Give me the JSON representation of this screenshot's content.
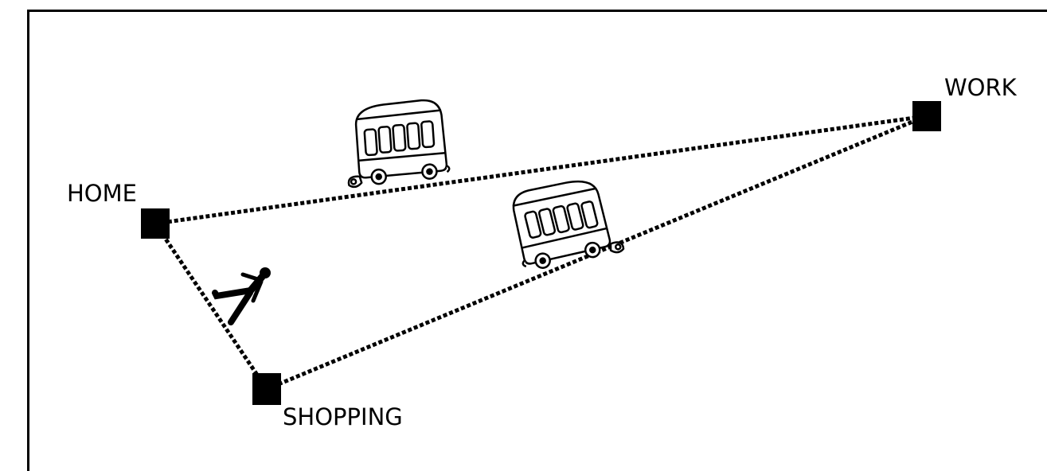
{
  "nodes": {
    "home": {
      "label": "HOME"
    },
    "work": {
      "label": "WORK"
    },
    "shopping": {
      "label": "SHOPPING"
    }
  },
  "routes": [
    {
      "from": "home",
      "to": "work",
      "mode": "bus"
    },
    {
      "from": "shopping",
      "to": "work",
      "mode": "bus"
    },
    {
      "from": "home",
      "to": "shopping",
      "mode": "walking"
    }
  ],
  "icons": {
    "bus": "bus-icon",
    "walker": "walking-person-icon",
    "node": "location-node-icon"
  },
  "colors": {
    "ink": "#000000",
    "background": "#ffffff"
  }
}
